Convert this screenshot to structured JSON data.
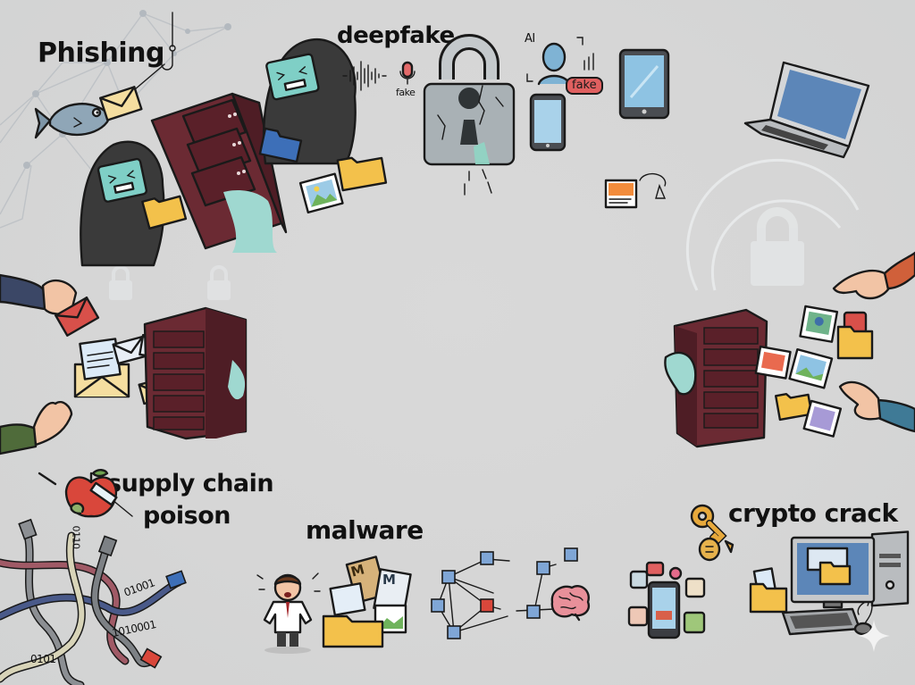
{
  "scene": {
    "type": "illustration",
    "theme": "cybersecurity threats",
    "background_color": "#d7d7d7",
    "center_area": "empty"
  },
  "labels": {
    "phishing": "Phishing",
    "deepfake": "deepfake",
    "supply_chain_line1": "supply chain",
    "supply_chain_line2": "poison",
    "malware": "malware",
    "crypto_crack": "crypto crack"
  },
  "small_text": {
    "mic_caption": "fake",
    "fake_badge": "fake",
    "ai_tag": "AI",
    "folder_letter_1": "M",
    "folder_letter_2": "M",
    "binary_1": "0101",
    "binary_2": "01001",
    "binary_3": "1010001",
    "binary_4": "0101",
    "leak_binary": "0110"
  },
  "icons": [
    "fishing-hook-icon",
    "fish-icon",
    "envelope-icon",
    "hooded-hacker-icon",
    "server-rack-icon",
    "folder-icon",
    "image-file-icon",
    "sound-wave-icon",
    "microphone-icon",
    "cracked-padlock-icon",
    "ai-face-icon",
    "smartphone-icon",
    "tablet-icon",
    "laptop-icon",
    "webcam-icon",
    "hand-icon",
    "apple-icon",
    "syringe-icon",
    "worm-icon",
    "network-cable-icon",
    "worried-man-icon",
    "network-graph-icon",
    "brain-icon",
    "key-icon",
    "coin-icon",
    "desktop-computer-icon",
    "sparkle-icon"
  ],
  "colors": {
    "server": "#6b2a33",
    "server_dark": "#4e1d25",
    "hacker_hood": "#3a3a3a",
    "monitor_face": "#7fcfc6",
    "leak": "#9fd8d0",
    "folder": "#f3c14b",
    "envelope": "#f5deA0",
    "padlock": "#a9b1b5",
    "fake_badge": "#e06060",
    "screen_blue": "#5c86b8",
    "key_gold": "#e7a93c",
    "sleeve_orange": "#d0603a",
    "sleeve_blue": "#3f7a96",
    "sleeve_navy": "#3b4766",
    "sleeve_green": "#4f6b3a",
    "network_node": "#7fa6d6",
    "network_node_alert": "#d9473b",
    "brain": "#e8909a"
  }
}
